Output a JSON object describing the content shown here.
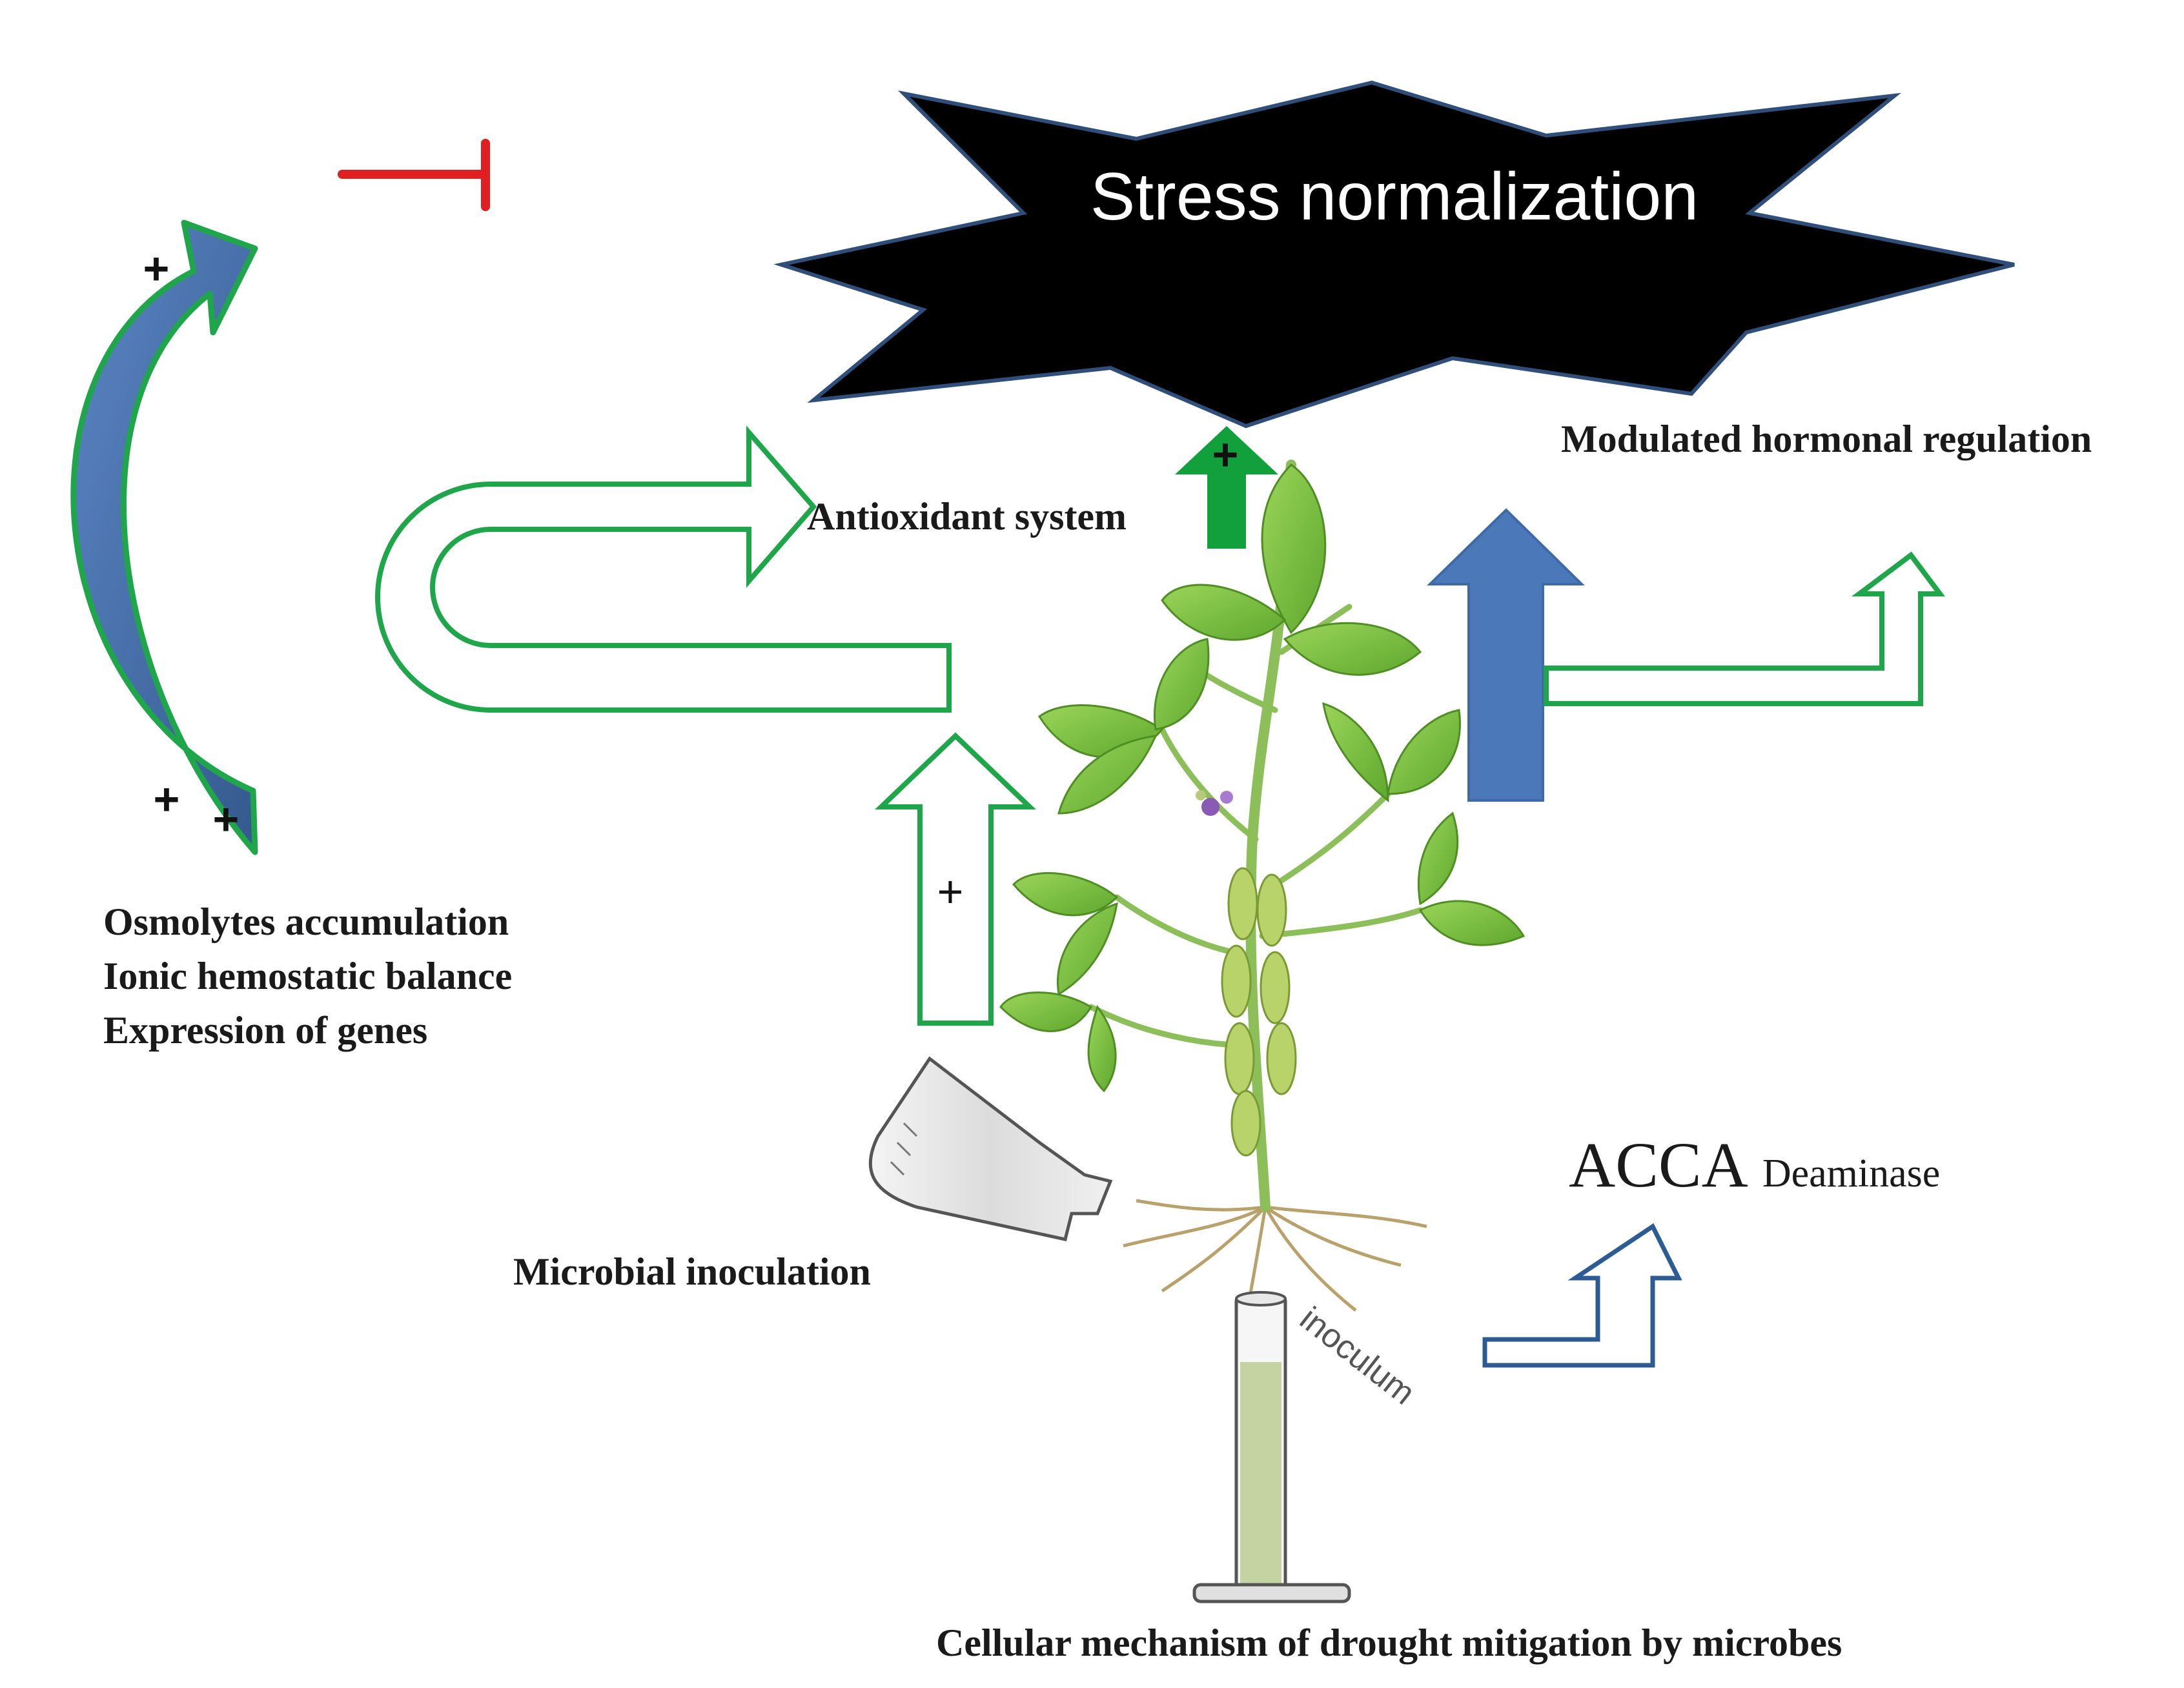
{
  "title": "Stress normalization",
  "labels": {
    "antioxidant": "Antioxidant system",
    "hormonal": "Modulated hormonal regulation",
    "osmolytes": "Osmolytes accumulation",
    "ionic": "Ionic hemostatic balance",
    "genes": "Expression of genes",
    "inoculation": "Microbial inoculation",
    "acca_main": "ACCA",
    "acca_sub": "Deaminase",
    "inoculum": "inoculum",
    "caption": "Cellular mechanism of drought mitigation by microbes"
  },
  "signs": {
    "plus": "+"
  },
  "colors": {
    "star_fill": "#000000",
    "star_stroke": "#2f4e7a",
    "title_text": "#ffffff",
    "green_outline": "#1fa64a",
    "green_fill": "#12a03c",
    "blue_fill": "#4a78b8",
    "blue_outline": "#2d5b94",
    "inhibit_red": "#e02020",
    "leaf_green": "#7cc242",
    "stem_green": "#8cbf5a"
  },
  "icons": [
    "inhibition-icon",
    "plant-illustration",
    "flask-icon",
    "test-tube-icon"
  ]
}
